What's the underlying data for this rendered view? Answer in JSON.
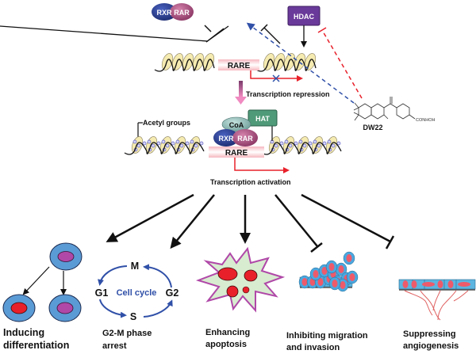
{
  "top": {
    "receptor_left": "RXR",
    "receptor_right": "RAR",
    "hdac": "HDAC",
    "element": "RARE",
    "repression_label": "Transcription repression",
    "drug_label": "DW22",
    "drug_group": "CONHOH"
  },
  "middle": {
    "acetyl_label": "Acetyl groups",
    "coa": "CoA",
    "hat": "HAT",
    "receptor_left": "RXR",
    "receptor_right": "RAR",
    "element": "RARE",
    "activation_label": "Transcription activation"
  },
  "cell_cycle": {
    "center": "Cell cycle",
    "phases": {
      "m": "M",
      "g1": "G1",
      "g2": "G2",
      "s": "S"
    }
  },
  "outcomes": [
    {
      "line1": "Inducing",
      "line2": "differentiation",
      "effect": "arrow"
    },
    {
      "line1": "G2-M phase",
      "line2": "arrest",
      "effect": "arrow"
    },
    {
      "line1": "Enhancing",
      "line2": "apoptosis",
      "effect": "arrow"
    },
    {
      "line1": "Inhibiting migration",
      "line2": "and invasion",
      "effect": "inhibit"
    },
    {
      "line1": "Suppressing",
      "line2": "angiogenesis",
      "effect": "inhibit"
    }
  ],
  "colors": {
    "rxr": "#2b3f8f",
    "rar": "#b04f80",
    "hdac": "#6a3a9a",
    "hat": "#4f9a78",
    "coa": "#8fbdb8",
    "cell": "#5b9bd5",
    "nucleus_red": "#e8202a",
    "nucleus_purple": "#b048a8",
    "inhibit_red": "#e8202a",
    "inhibit_blue": "#3050a8"
  }
}
